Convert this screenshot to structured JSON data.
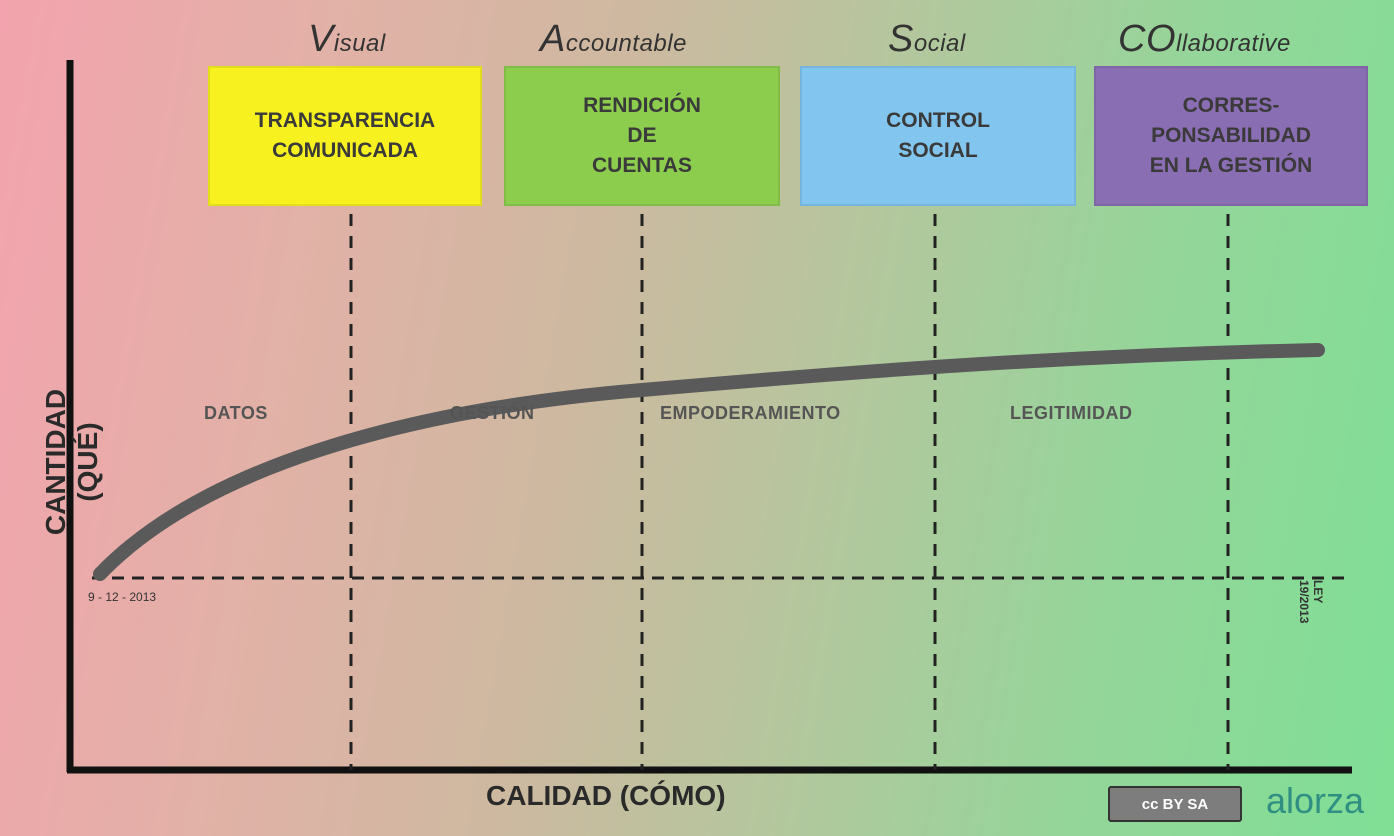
{
  "headings": [
    {
      "initial": "V",
      "rest": "isual"
    },
    {
      "initial": "A",
      "rest": "ccountable"
    },
    {
      "initial": "S",
      "rest": "ocial"
    },
    {
      "initial": "CO",
      "rest": "llaborative"
    }
  ],
  "boxes": [
    {
      "text": "TRANSPARENCIA\nCOMUNICADA",
      "color": "#f7f11f"
    },
    {
      "text": "RENDICIÓN\nDE\nCUENTAS",
      "color": "#8ccd4d"
    },
    {
      "text": "CONTROL\nSOCIAL",
      "color": "#82c6ef"
    },
    {
      "text": "CORRES-\nPONSABILIDAD\nEN LA GESTIÓN",
      "color": "#8a6eb3"
    }
  ],
  "phases": [
    "DATOS",
    "GESTIÓN",
    "EMPODERAMIENTO",
    "LEGITIMIDAD"
  ],
  "axes": {
    "x_label": "CALIDAD (CÓMO)",
    "y_label": "CANTIDAD (QUÉ)"
  },
  "baseline_date": "9 - 12 - 2013",
  "right_marker": "LEY 19/2013",
  "footer": {
    "license_badge": "cc BY SA",
    "brand": "alorza"
  }
}
